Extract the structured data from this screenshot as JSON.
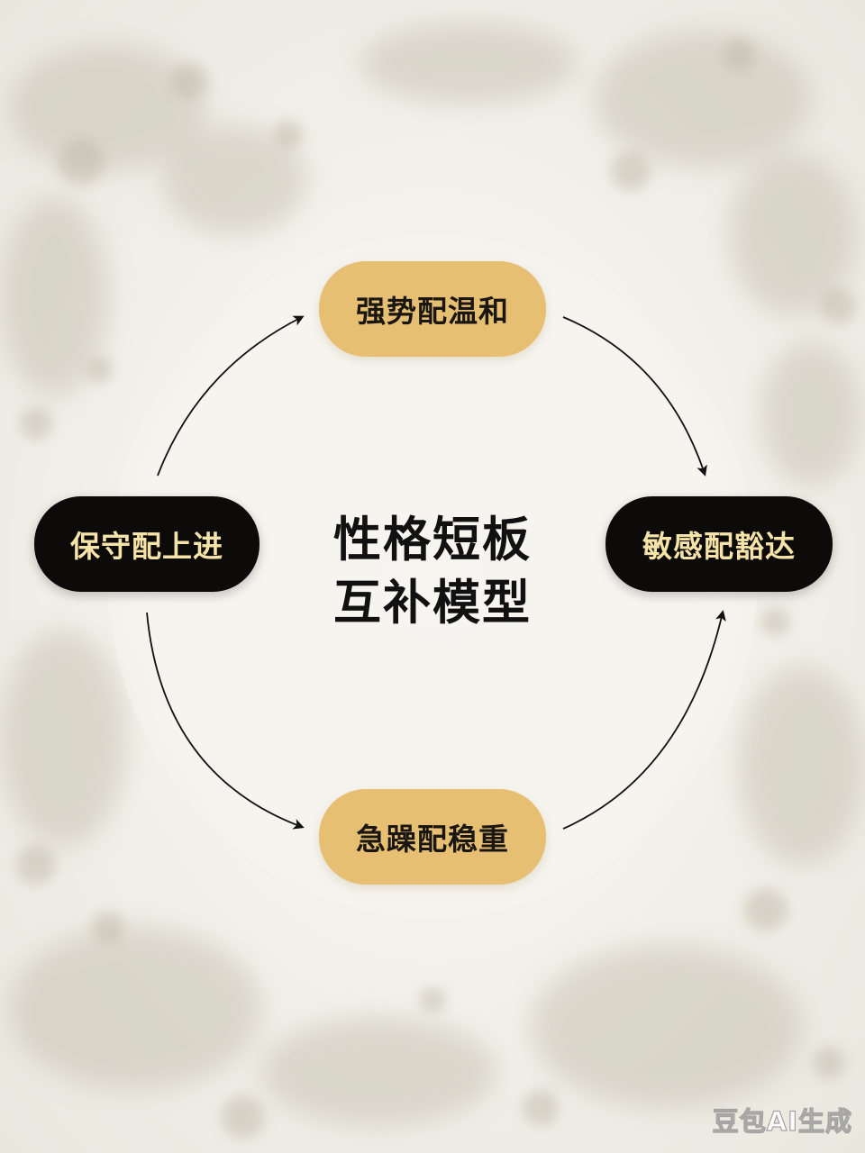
{
  "diagram": {
    "title_line1": "性格短板",
    "title_line2": "互补模型",
    "nodes": {
      "top": "强势配温和",
      "right": "敏感配豁达",
      "bottom": "急躁配稳重",
      "left": "保守配上进"
    }
  },
  "colors": {
    "background": "#f3f1ea",
    "gold_pill": "#e6bf72",
    "dark_pill": "#0d0b09",
    "dark_pill_text": "#f5e3a8",
    "arrow": "#111111"
  },
  "watermark": "豆包AI生成"
}
